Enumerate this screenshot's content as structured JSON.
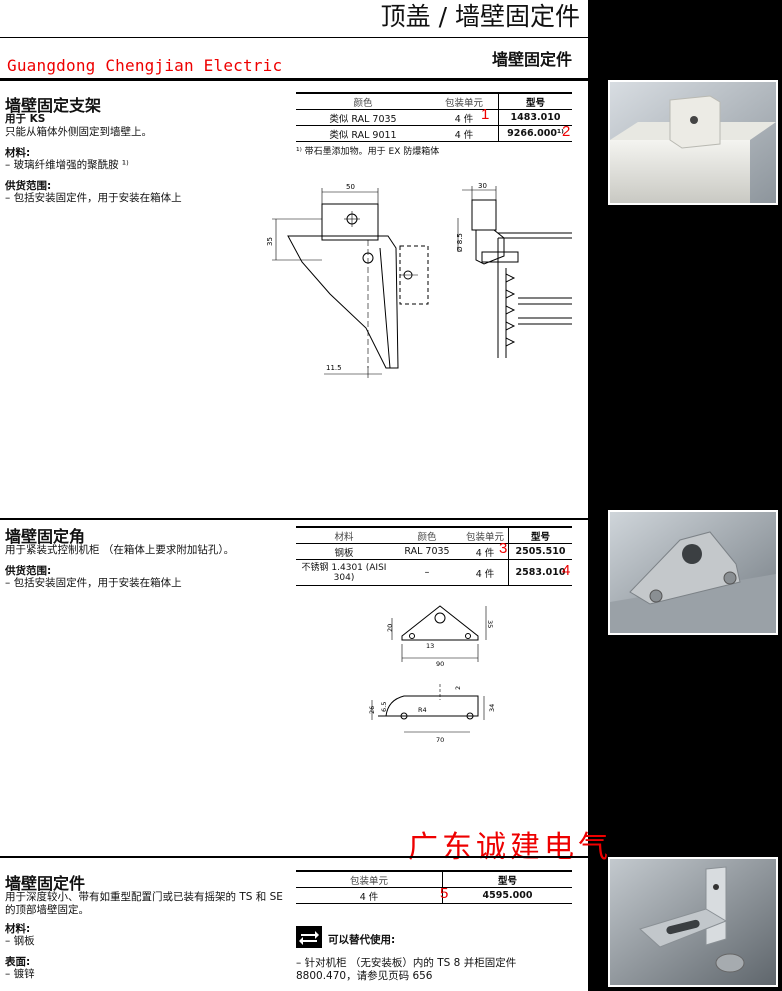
{
  "header": {
    "page_title": "顶盖 / 墙壁固定件",
    "company": "Guangdong Chengjian Electric",
    "category": "墙壁固定件"
  },
  "section1": {
    "title": "墙壁固定支架",
    "for_label": "用于 KS",
    "desc": "只能从箱体外侧固定到墙壁上。",
    "material_label": "材料:",
    "material": "–  玻璃纤维增强的聚酰胺 ¹⁾",
    "supply_label": "供货范围:",
    "supply": "–  包括安装固定件，用于安装在箱体上",
    "table": {
      "headers": [
        "颜色",
        "包装单元",
        "型号"
      ],
      "rows": [
        {
          "color": "类似 RAL 7035",
          "unit": "4 件",
          "pn": "1483.010",
          "marker": "1"
        },
        {
          "color": "类似 RAL 9011",
          "unit": "4 件",
          "pn": "9266.000¹⁾",
          "marker": "2"
        }
      ],
      "footnote": "¹⁾ 带石墨添加物。用于 EX 防爆箱体"
    },
    "dims": {
      "d50": "50",
      "d35": "35",
      "d11_5": "11.5",
      "d30": "30",
      "d8_5": "Ø 8.5"
    }
  },
  "section2": {
    "title": "墙壁固定角",
    "desc": "用于紧装式控制机柜 （在箱体上要求附加钻孔）。",
    "supply_label": "供货范围:",
    "supply": "–  包括安装固定件，用于安装在箱体上",
    "table": {
      "headers": [
        "材料",
        "颜色",
        "包装单元",
        "型号"
      ],
      "rows": [
        {
          "material": "钢板",
          "color": "RAL 7035",
          "unit": "4 件",
          "pn": "2505.510",
          "marker": "3"
        },
        {
          "material": "不锈钢 1.4301 (AISI 304)",
          "color": "–",
          "unit": "4 件",
          "pn": "2583.010",
          "marker": "4"
        }
      ]
    },
    "dims": {
      "d20": "20",
      "d35": "35",
      "d13": "13",
      "d90": "90",
      "d2": "2",
      "d26": "26",
      "d6_5": "6.5",
      "r4": "R4",
      "d34": "34",
      "d70": "70"
    }
  },
  "watermark": "广东诚建电气",
  "section3": {
    "title": "墙壁固定件",
    "desc": "用于深度较小、带有如重型配置门或已装有摇架的 TS 和 SE 的顶部墙壁固定。",
    "material_label": "材料:",
    "material": "–  钢板",
    "surface_label": "表面:",
    "surface": "–  镀锌",
    "table": {
      "headers": [
        "包装单元",
        "型号"
      ],
      "rows": [
        {
          "unit": "4 件",
          "pn": "4595.000",
          "marker": "5"
        }
      ]
    },
    "alt_label": "可以替代使用:",
    "alt_text": "–  针对机柜 （无安装板）内的 TS 8 并柜固定件 8800.470，请参见页码 656"
  },
  "icons": [
    "exchange-icon"
  ],
  "colors": {
    "sidebar": "#000000",
    "marker": "#e00000"
  }
}
